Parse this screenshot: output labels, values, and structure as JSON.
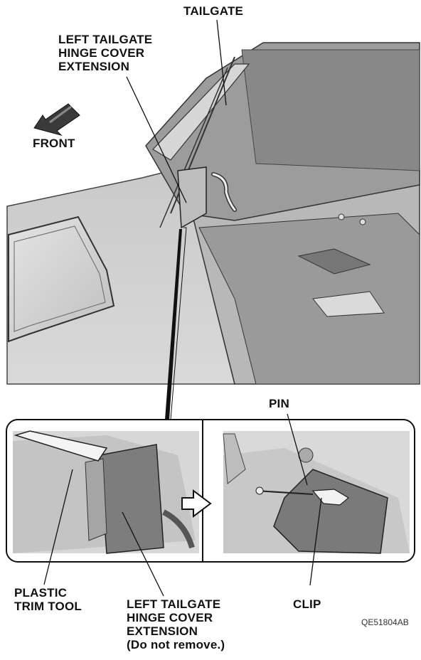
{
  "labels": {
    "tailgate": "TAILGATE",
    "hinge_top": [
      "LEFT TAILGATE",
      "HINGE COVER",
      "EXTENSION"
    ],
    "front": "FRONT",
    "pin": "PIN",
    "plastic_tool": [
      "PLASTIC",
      "TRIM TOOL"
    ],
    "hinge_bottom": [
      "LEFT TAILGATE",
      "HINGE COVER",
      "EXTENSION",
      "(Do not remove.)"
    ],
    "clip": "CLIP"
  },
  "figure_code": "QE51804AB",
  "colors": {
    "panel_dark": "#8e8e8e",
    "panel_mid": "#bdbdbd",
    "panel_light": "#dcdcdc",
    "line": "#222222"
  }
}
